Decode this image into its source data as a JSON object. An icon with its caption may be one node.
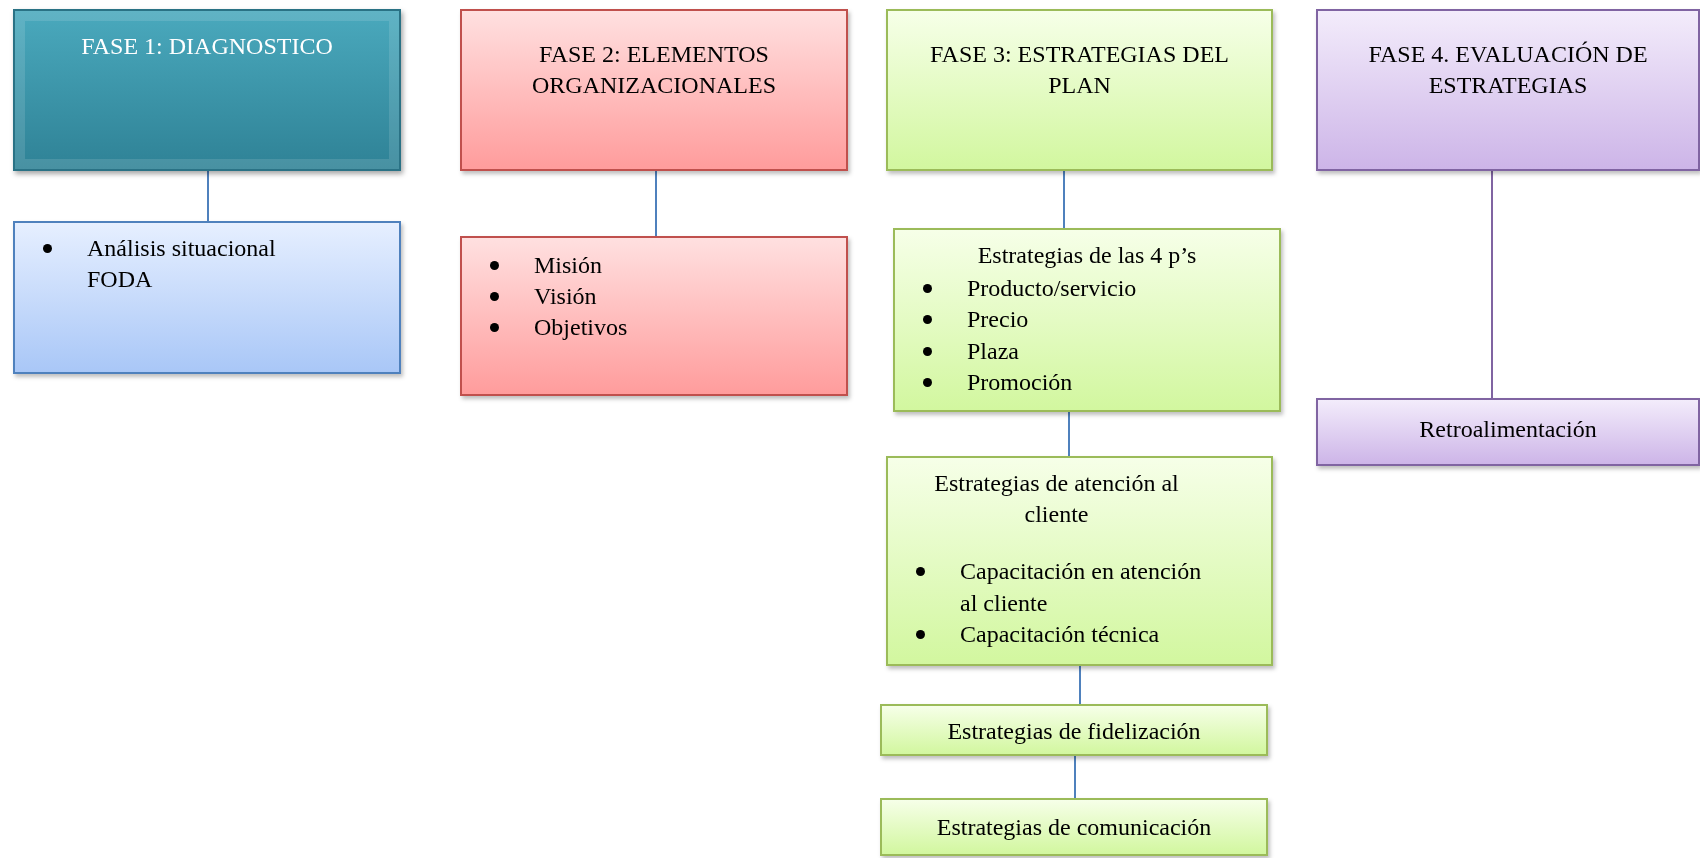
{
  "diagram": {
    "nodes": [
      {
        "text": [
          "FASE 1: DIAGNOSTICO"
        ]
      },
      {
        "text": [
          "Análisis situacional FODA"
        ]
      },
      {
        "text": [
          "FASE 2: ELEMENTOS ORGANIZACIONALES"
        ]
      },
      {
        "text": [
          "Misión",
          "Visión",
          "Objetivos"
        ]
      },
      {
        "text": [
          "FASE 3: ESTRATEGIAS DEL PLAN"
        ]
      },
      {
        "text": [
          "Estrategias de las 4 p’s",
          "Producto/servicio",
          "Precio",
          "Plaza",
          "Promoción"
        ]
      },
      {
        "text": [
          "Estrategias de atención al cliente",
          "Capacitación en atención al cliente",
          "Capacitación técnica"
        ]
      },
      {
        "text": [
          "Estrategias de fidelización"
        ]
      },
      {
        "text": [
          "Estrategias de comunicación"
        ]
      },
      {
        "text": [
          "FASE 4. EVALUACIÓN DE ESTRATEGIAS"
        ]
      },
      {
        "text": [
          "Retroalimentación"
        ]
      }
    ],
    "edges": [
      {
        "from": 0,
        "to": 1,
        "arrow": "none"
      },
      {
        "from": 2,
        "to": 3,
        "arrow": "none"
      },
      {
        "from": 4,
        "to": 5,
        "arrow": "none"
      },
      {
        "from": 5,
        "to": 6,
        "arrow": "none"
      },
      {
        "from": 6,
        "to": 7,
        "arrow": "none"
      },
      {
        "from": 7,
        "to": 8,
        "arrow": "none"
      },
      {
        "from": 9,
        "to": 10,
        "arrow": "none",
        "color": "#8064a2"
      }
    ]
  }
}
